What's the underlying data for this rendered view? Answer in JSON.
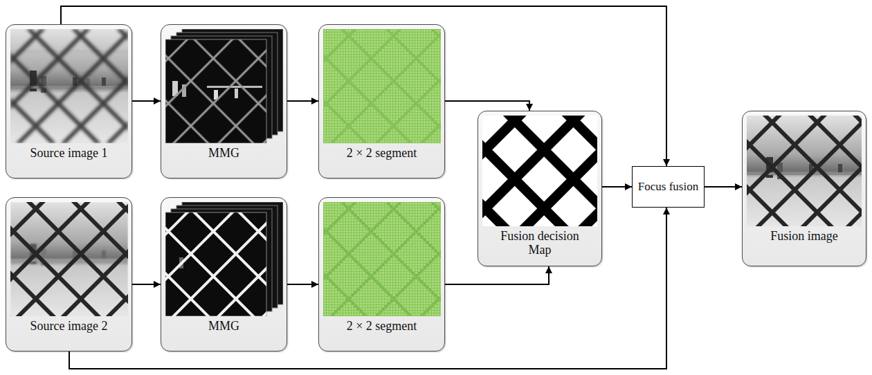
{
  "diagram": {
    "nodes": [
      {
        "text": [
          "Source image 1"
        ]
      },
      {
        "text": [
          "MMG"
        ]
      },
      {
        "text": [
          "2 × 2 segment"
        ]
      },
      {
        "text": [
          "Source image 2"
        ]
      },
      {
        "text": [
          "MMG"
        ]
      },
      {
        "text": [
          "2 × 2 segment"
        ]
      },
      {
        "text": [
          "Fusion decision Map"
        ]
      },
      {
        "text": [
          "Focus fusion"
        ]
      },
      {
        "text": [
          "Fusion image"
        ]
      }
    ],
    "edges": [
      {
        "from": 0,
        "to": 1,
        "arrow": "to"
      },
      {
        "from": 1,
        "to": 2,
        "arrow": "to"
      },
      {
        "from": 2,
        "to": 6,
        "arrow": "to"
      },
      {
        "from": 3,
        "to": 4,
        "arrow": "to"
      },
      {
        "from": 4,
        "to": 5,
        "arrow": "to"
      },
      {
        "from": 5,
        "to": 6,
        "arrow": "to"
      },
      {
        "from": 0,
        "to": 7,
        "arrow": "to"
      },
      {
        "from": 3,
        "to": 7,
        "arrow": "to"
      },
      {
        "from": 6,
        "to": 7,
        "arrow": "to"
      },
      {
        "from": 7,
        "to": 8,
        "arrow": "to"
      }
    ]
  }
}
